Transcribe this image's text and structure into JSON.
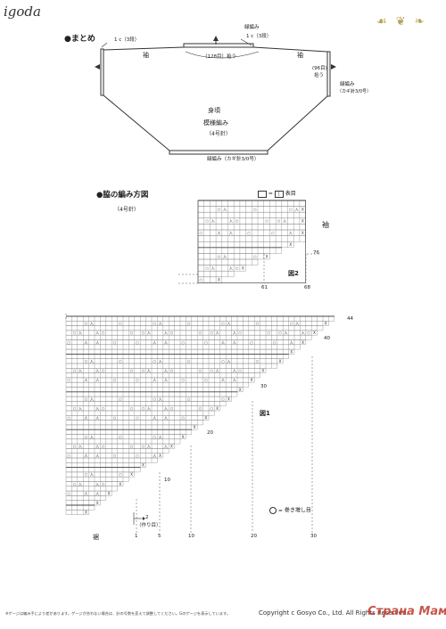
{
  "header": {
    "site": "igoda",
    "brand_stamp": "☙ ❦ ❧"
  },
  "summary": {
    "heading": "●まとめ",
    "label_1c_left": "1 c（3段）",
    "label_edge_top": "緑編み",
    "label_1c_top": "1 c（3段）",
    "sleeve_left": "袖",
    "sleeve_right": "袖",
    "pickup_center": "（128目）拾う",
    "pickup_right_a": "(96目)",
    "pickup_right_b": "拾う",
    "edge_right": "緑編み",
    "hook_right": "（カギ針3/0号）",
    "body_label": "身頃",
    "pattern_label": "模様編み",
    "needle_label": "（4号針）",
    "bottom_edge": "緑編み（カギ針3/0号）"
  },
  "diagram": {
    "heading": "●脇の編み方図",
    "needle": "（4号針）",
    "legend_equals": "= ",
    "legend_text": "表目",
    "sleeve": "袖",
    "fig2": "図2",
    "fig1": "図1",
    "yo_legend": "= 巻き増し目",
    "hem": "裾",
    "cast_on": "（作り目）",
    "arrow_row": "2"
  },
  "upper_chart": {
    "row_labels": [
      "76"
    ],
    "col_labels": [
      "61",
      "68"
    ]
  },
  "lower_chart": {
    "row_labels": [
      "44",
      "40",
      "30",
      "20",
      "10"
    ],
    "col_labels": [
      "1",
      "5",
      "10",
      "20",
      "30"
    ]
  },
  "footer": {
    "note": "※ゲージは編み手により差があります。ゲージが合わない場合は、針の号数を変えて調整してください。Gのゲージを表示しています。",
    "copyright": "Copyright c Gosyo Co., Ltd. All Rights Reserved.",
    "watermark": "Страна Мам"
  }
}
